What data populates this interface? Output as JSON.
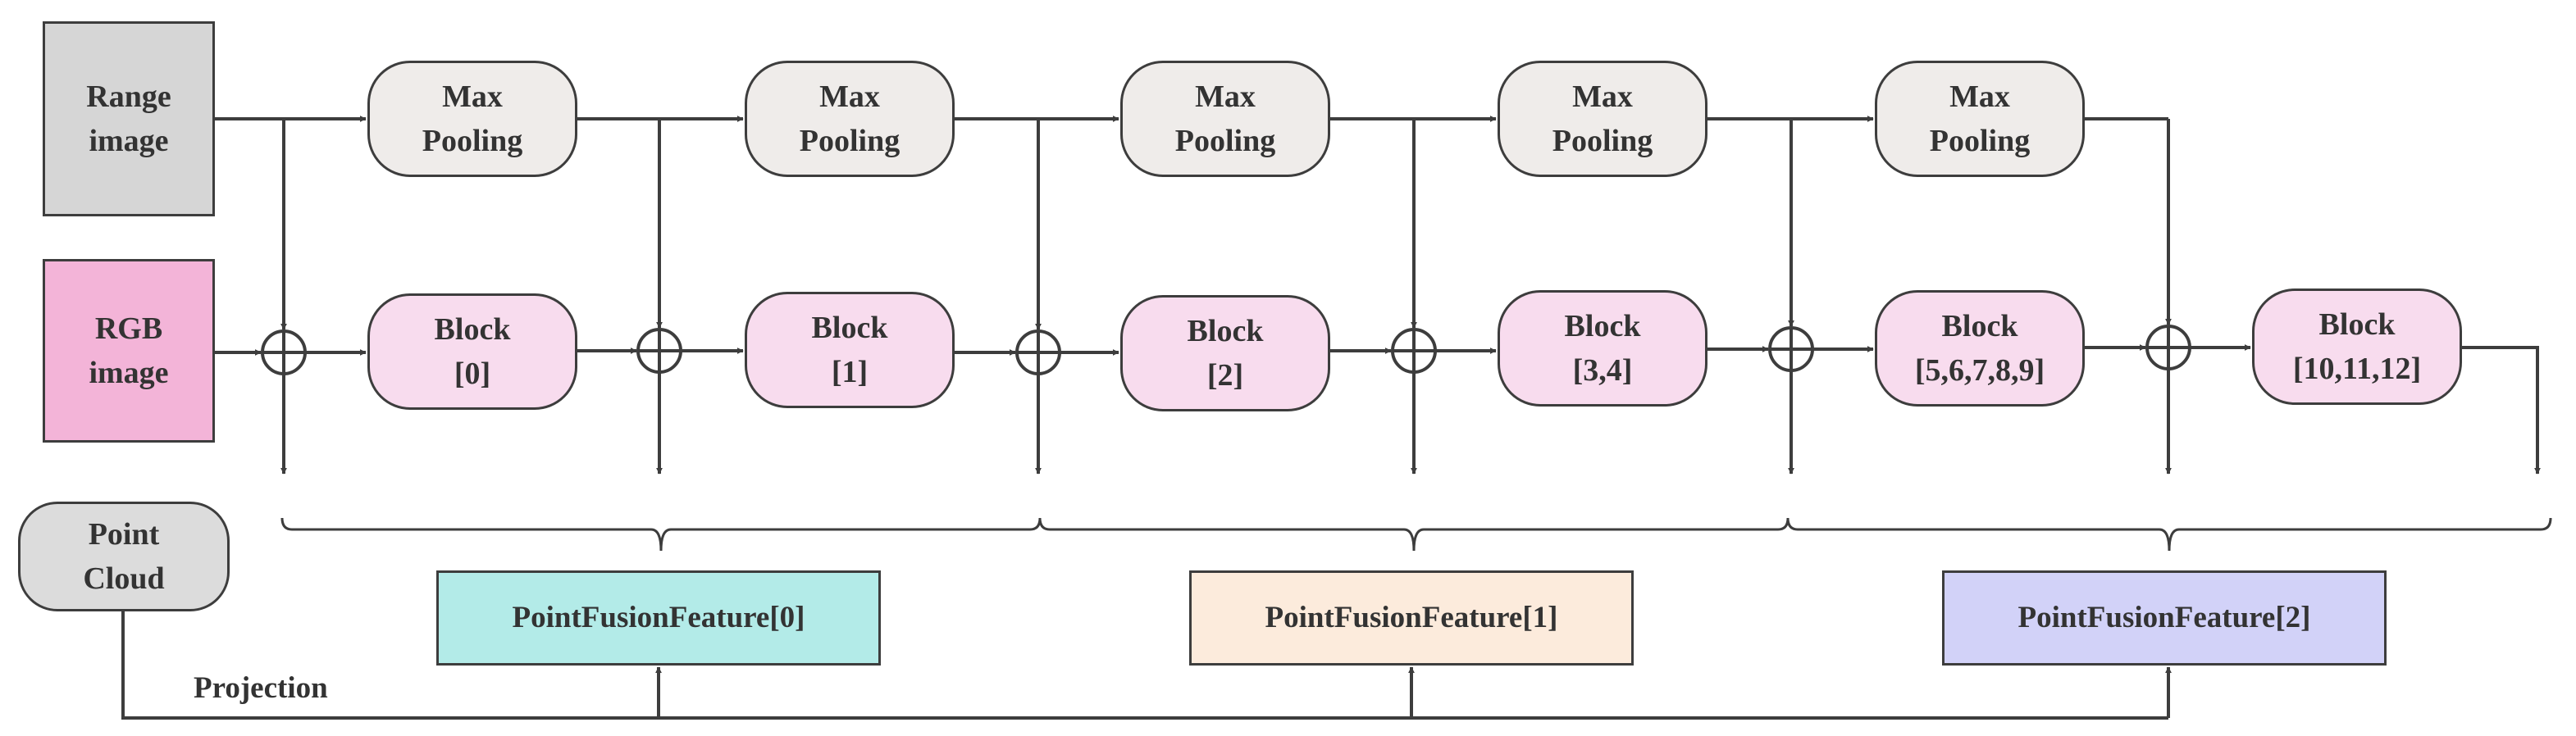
{
  "inputs": {
    "range_image": "Range\nimage",
    "rgb_image": "RGB\nimage",
    "point_cloud": "Point\nCloud"
  },
  "pooling": [
    "Max\nPooling",
    "Max\nPooling",
    "Max\nPooling",
    "Max\nPooling",
    "Max\nPooling"
  ],
  "blocks": [
    "Block\n[0]",
    "Block\n[1]",
    "Block\n[2]",
    "Block\n[3,4]",
    "Block\n[5,6,7,8,9]",
    "Block\n[10,11,12]"
  ],
  "fusion_features": [
    "PointFusionFeature[0]",
    "PointFusionFeature[1]",
    "PointFusionFeature[2]"
  ],
  "projection_label": "Projection",
  "colors": {
    "line": "#3d3d3d",
    "range_fill": "#d6d6d6",
    "rgb_fill": "#f3b4d8",
    "point_cloud_fill": "#dcdcdc",
    "pool_fill": "#efecea",
    "block_fill": "#f8dcee",
    "fusion_fill": [
      "#b3ebe8",
      "#fcebdc",
      "#d2d2f8"
    ]
  }
}
